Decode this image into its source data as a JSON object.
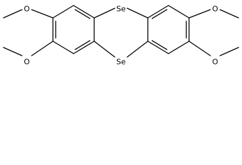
{
  "molecule": {
    "atoms": {
      "se_top": "Se",
      "se_bottom": "Se",
      "o_upper_left": "O",
      "o_lower_left": "O",
      "o_upper_right": "O",
      "o_lower_right": "O"
    }
  },
  "colors": {
    "ink": "#000000",
    "background": "#ffffff"
  }
}
